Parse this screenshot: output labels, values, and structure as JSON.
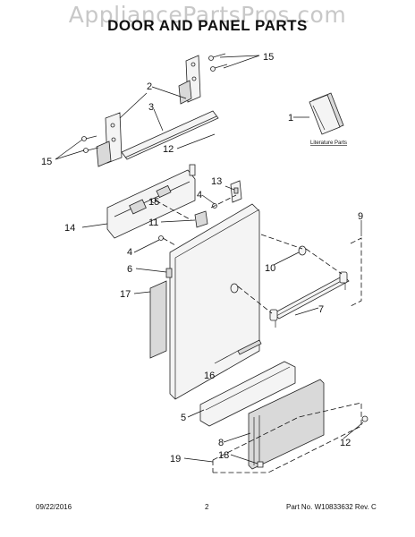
{
  "watermark": "AppliancePartsPros.com",
  "title": "DOOR AND PANEL PARTS",
  "literature_label": "Literature Parts",
  "callouts": {
    "c1": "1",
    "c2": "2",
    "c3": "3",
    "c4a": "4",
    "c4b": "4",
    "c5": "5",
    "c6": "6",
    "c7": "7",
    "c8": "8",
    "c9": "9",
    "c10": "10",
    "c11": "11",
    "c12a": "12",
    "c12b": "12",
    "c13": "13",
    "c14": "14",
    "c15a": "15",
    "c15b": "15",
    "c15c": "15",
    "c16": "16",
    "c17": "17",
    "c18": "18",
    "c19": "19"
  },
  "footer": {
    "date": "09/22/2016",
    "page": "2",
    "part_no": "Part No.  W10833632  Rev.  C"
  }
}
